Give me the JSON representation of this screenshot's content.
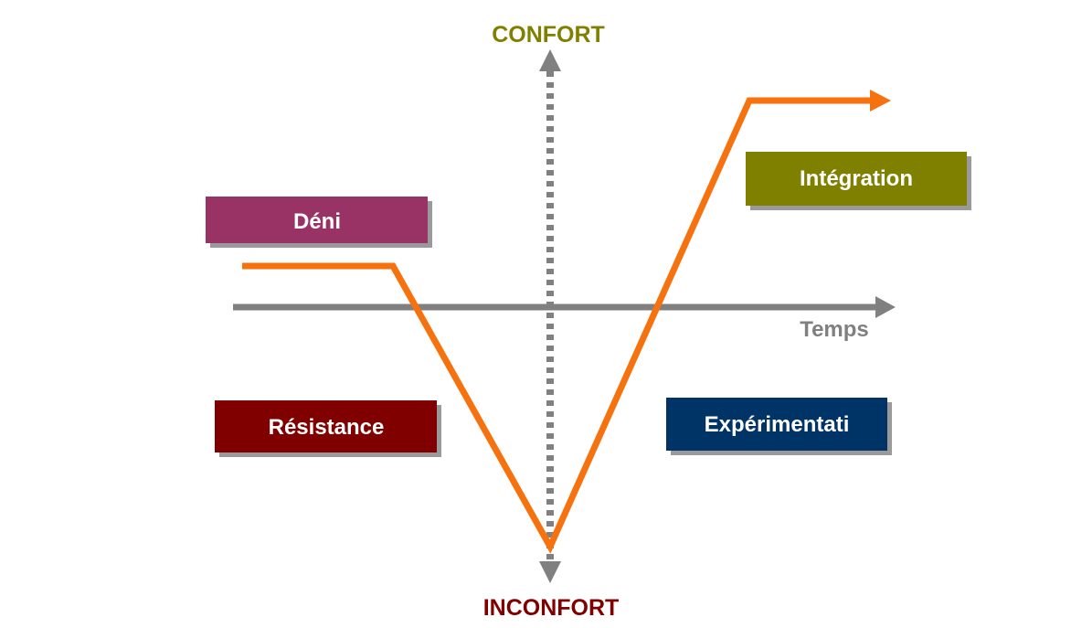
{
  "axes": {
    "top_label": "CONFORT",
    "bottom_label": "INCONFORT",
    "time_label": "Temps"
  },
  "phases": [
    {
      "label": "Déni",
      "color": "#993366"
    },
    {
      "label": "Résistance",
      "color": "#800000"
    },
    {
      "label": "Expérimentati",
      "color": "#003366"
    },
    {
      "label": "Intégration",
      "color": "#808000"
    }
  ],
  "colors": {
    "curve": "#f5720f",
    "axis": "#808080",
    "confort": "#808000",
    "inconfort": "#800000",
    "shadow": "#9a9a9a"
  }
}
